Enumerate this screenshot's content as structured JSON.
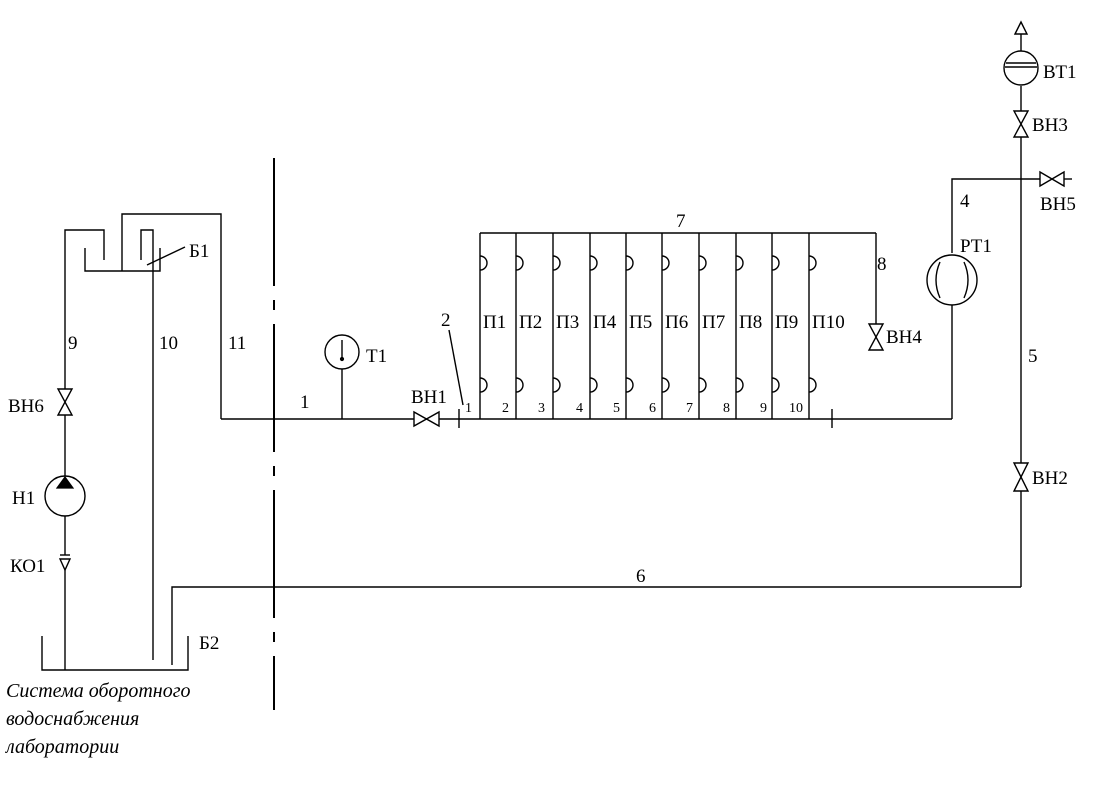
{
  "labels": {
    "vt1": "ВТ1",
    "vn3": "ВН3",
    "vn5": "ВН5",
    "vn2": "ВН2",
    "vn4": "ВН4",
    "vn1": "ВН1",
    "vn6": "ВН6",
    "rt1": "РТ1",
    "t1": "Т1",
    "n1": "Н1",
    "ko1": "КО1",
    "b1": "Б1",
    "b2": "Б2"
  },
  "line_numbers": {
    "l1": "1",
    "l2": "2",
    "l4": "4",
    "l5": "5",
    "l6": "6",
    "l7": "7",
    "l8": "8",
    "l9": "9",
    "l10": "10",
    "l11": "11"
  },
  "sections": [
    "П1",
    "П2",
    "П3",
    "П4",
    "П5",
    "П6",
    "П7",
    "П8",
    "П9",
    "П10"
  ],
  "sensor_numbers": [
    "1",
    "2",
    "3",
    "4",
    "5",
    "6",
    "7",
    "8",
    "9",
    "10"
  ],
  "caption": [
    "Система оборотного",
    "водоснабжения",
    "лаборатории"
  ]
}
